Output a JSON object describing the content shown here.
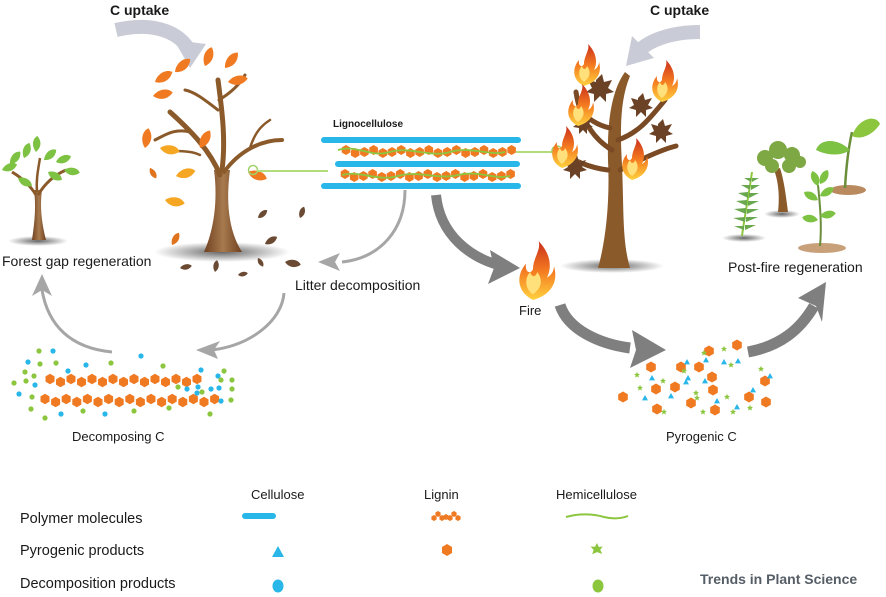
{
  "labels": {
    "c_uptake_left": "C uptake",
    "c_uptake_right": "C uptake",
    "lignocellulose": "Lignocellulose",
    "forest_gap_regeneration": "Forest gap regeneration",
    "litter_decomposition": "Litter decomposition",
    "decomposing_c": "Decomposing C",
    "fire": "Fire",
    "pyrogenic_c": "Pyrogenic C",
    "post_fire_regeneration": "Post-fire regeneration"
  },
  "legend": {
    "columns": [
      "Cellulose",
      "Lignin",
      "Hemicellulose"
    ],
    "rows": [
      {
        "label": "Polymer molecules",
        "symbols": [
          "cellulose-bar",
          "lignin-chain",
          "hemicellulose-wave"
        ]
      },
      {
        "label": "Pyrogenic products",
        "symbols": [
          "cellulose-triangle",
          "lignin-hexagon",
          "hemicellulose-star"
        ]
      },
      {
        "label": "Decomposition products",
        "symbols": [
          "cellulose-dot",
          null,
          "hemicellulose-dot"
        ]
      }
    ]
  },
  "credit": "Trends in Plant Science",
  "colors": {
    "cellulose": "#29b6e8",
    "lignin": "#f07a22",
    "hemicellulose": "#8cc63f",
    "arrow_light": "#c9ccd6",
    "arrow_mid": "#a6a6a6",
    "arrow_dark": "#7f7f7f",
    "trunk": "#8b5a2b"
  }
}
